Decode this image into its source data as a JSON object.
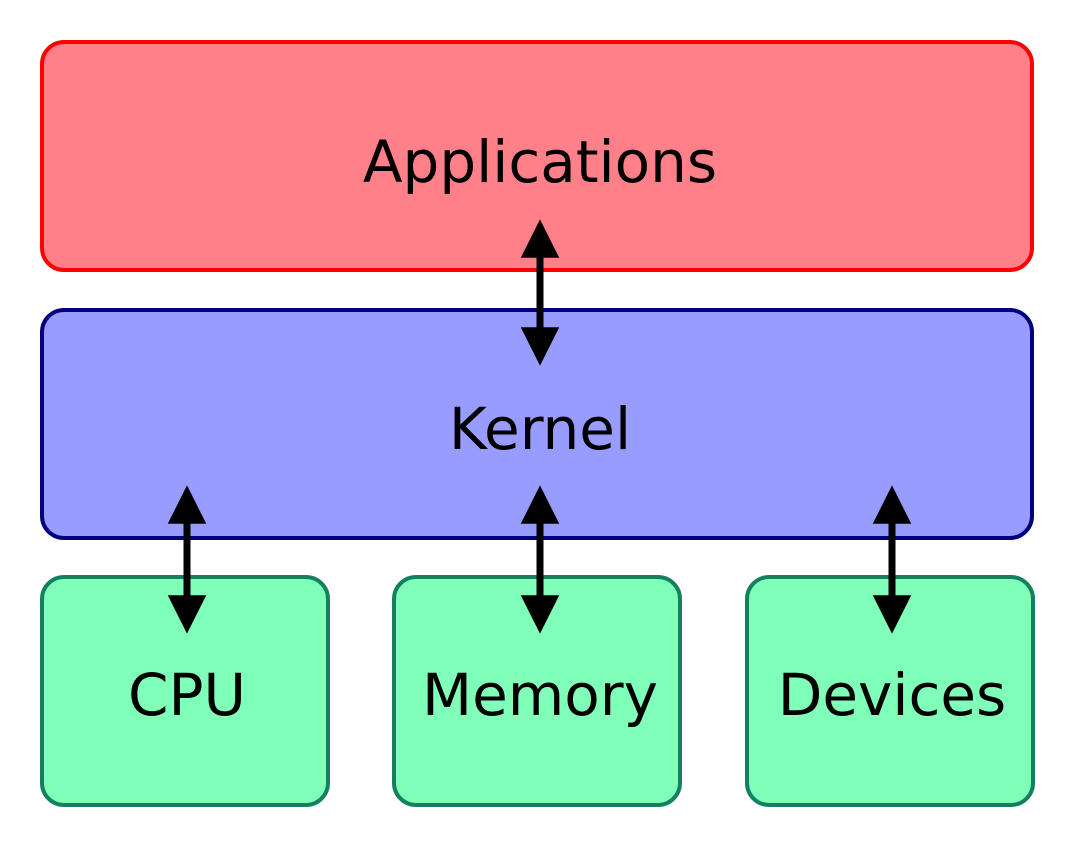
{
  "diagram": {
    "layers": {
      "applications": {
        "label": "Applications",
        "fill": "#FF8088",
        "stroke": "#FF0000"
      },
      "kernel": {
        "label": "Kernel",
        "fill": "#989CFF",
        "stroke": "#000080"
      },
      "hardware": {
        "cpu": {
          "label": "CPU",
          "fill": "#7FFFB8",
          "stroke": "#148060"
        },
        "memory": {
          "label": "Memory",
          "fill": "#7FFFB8",
          "stroke": "#148060"
        },
        "devices": {
          "label": "Devices",
          "fill": "#7FFFB8",
          "stroke": "#148060"
        }
      }
    },
    "arrow_color": "#000000"
  }
}
